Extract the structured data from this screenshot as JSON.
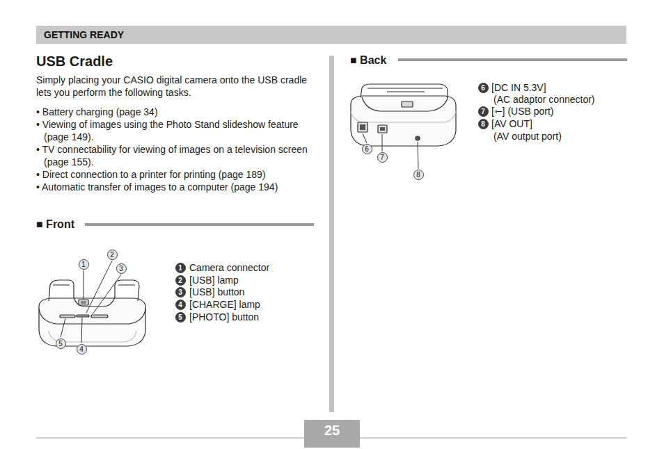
{
  "diagram": {
    "title": "USB Cradle",
    "nodes": [
      {
        "text": [
          "GETTING READY"
        ]
      },
      {
        "text": [
          "25"
        ]
      }
    ],
    "labels": [
      "Simply placing your CASIO digital camera onto the USB cradle lets you perform the following tasks.",
      "• Battery charging (page 34)",
      "• Viewing of images using the Photo Stand slideshow feature (page 149).",
      "• TV connectability for viewing of images on a television screen (page 155).",
      "• Direct connection to a printer for printing (page 189)",
      "• Automatic transfer of images to a computer (page 194)",
      "■ Front",
      "1",
      "2",
      "3",
      "5",
      "4",
      "1",
      "Camera connector",
      "2",
      "[USB] lamp",
      "3",
      "[USB] button",
      "4",
      "[CHARGE] lamp",
      "5",
      "[PHOTO] button",
      "■ Back",
      "6",
      "7",
      "8",
      "6",
      "[DC IN 5.3V]",
      "(AC adaptor connector)",
      "7",
      "[⇽] (USB port)",
      "8",
      "[AV OUT]",
      "(AV output port)"
    ]
  }
}
